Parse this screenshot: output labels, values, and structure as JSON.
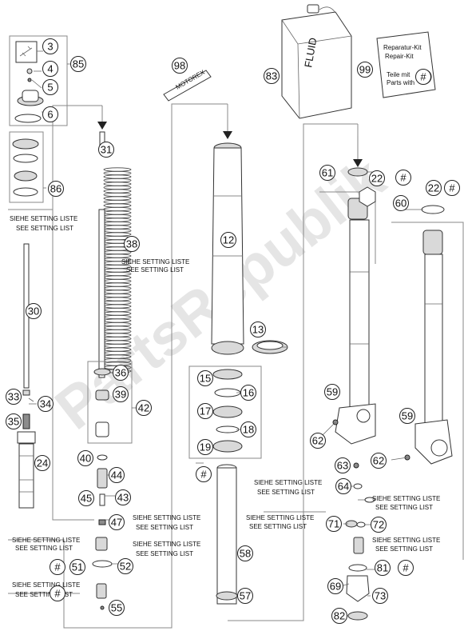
{
  "watermark": "PartsRepublik",
  "can_label": "FLUID",
  "tube_label": "MOTOREX",
  "repair_kit": {
    "title_de": "Reparatur-Kit",
    "title_en": "Repair-Kit",
    "parts_de": "Teile mit",
    "parts_en": "Parts with",
    "symbol": "#"
  },
  "setting_notes": {
    "de": "SIEHE SETTING LISTE",
    "en": "SEE SETTING LIST"
  },
  "callouts": [
    {
      "label": "3"
    },
    {
      "label": "4"
    },
    {
      "label": "5"
    },
    {
      "label": "6"
    },
    {
      "label": "85"
    },
    {
      "label": "86"
    },
    {
      "label": "30"
    },
    {
      "label": "33"
    },
    {
      "label": "34"
    },
    {
      "label": "35"
    },
    {
      "label": "24"
    },
    {
      "label": "31"
    },
    {
      "label": "38"
    },
    {
      "label": "36"
    },
    {
      "label": "39"
    },
    {
      "label": "42"
    },
    {
      "label": "40"
    },
    {
      "label": "44"
    },
    {
      "label": "45"
    },
    {
      "label": "43"
    },
    {
      "label": "47"
    },
    {
      "label": "51"
    },
    {
      "label": "52"
    },
    {
      "label": "55"
    },
    {
      "label": "98"
    },
    {
      "label": "12"
    },
    {
      "label": "13"
    },
    {
      "label": "15"
    },
    {
      "label": "16"
    },
    {
      "label": "17"
    },
    {
      "label": "18"
    },
    {
      "label": "19"
    },
    {
      "label": "58"
    },
    {
      "label": "57"
    },
    {
      "label": "83"
    },
    {
      "label": "99"
    },
    {
      "label": "61"
    },
    {
      "label": "22"
    },
    {
      "label": "60"
    },
    {
      "label": "22"
    },
    {
      "label": "59"
    },
    {
      "label": "62"
    },
    {
      "label": "59"
    },
    {
      "label": "62"
    },
    {
      "label": "63"
    },
    {
      "label": "64"
    },
    {
      "label": "71"
    },
    {
      "label": "72"
    },
    {
      "label": "81"
    },
    {
      "label": "69"
    },
    {
      "label": "73"
    },
    {
      "label": "82"
    },
    {
      "label": "#"
    },
    {
      "label": "#"
    },
    {
      "label": "#"
    },
    {
      "label": "#"
    },
    {
      "label": "#"
    },
    {
      "label": "#"
    },
    {
      "label": "#"
    },
    {
      "label": "#"
    }
  ]
}
